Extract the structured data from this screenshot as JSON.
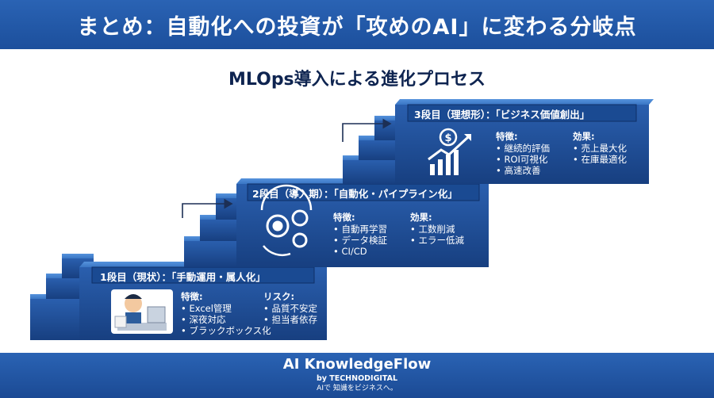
{
  "header": {
    "title": "まとめ：自動化への投資が「攻めのAI」に変わる分岐点"
  },
  "subtitle": "MLOps導入による進化プロセス",
  "steps": [
    {
      "title": "1段目（現状）：「手動運用・属人化」",
      "left": {
        "heading": "特徴:",
        "items": [
          "Excel管理",
          "深夜対応",
          "ブラックボックス化"
        ]
      },
      "right": {
        "heading": "リスク:",
        "items": [
          "品質不安定",
          "担当者依存"
        ]
      },
      "icon": "stressed-worker-icon"
    },
    {
      "title": "2段目（導入期）：「自動化・パイプライン化」",
      "left": {
        "heading": "特徴:",
        "items": [
          "自動再学習",
          "データ検証",
          "CI/CD"
        ]
      },
      "right": {
        "heading": "効果:",
        "items": [
          "工数削減",
          "エラー低減"
        ]
      },
      "icon": "gears-cycle-icon"
    },
    {
      "title": "3段目（理想形）：「ビジネス価値創出」",
      "left": {
        "heading": "特徴:",
        "items": [
          "継続的評価",
          "ROI可視化",
          "高速改善"
        ]
      },
      "right": {
        "heading": "効果:",
        "items": [
          "売上最大化",
          "在庫最適化"
        ]
      },
      "icon": "growth-chart-icon"
    }
  ],
  "colors": {
    "header_bg": "#1f56a6",
    "step_face": "#1f4f98",
    "step_top": "#3d7fcf",
    "title_text": "#0e2450",
    "footer_bg": "#1f56a6"
  },
  "footer": {
    "brand": "AI KnowledgeFlow",
    "by": "by TECHNODIGITAL",
    "tagline": "AIで 知識をビジネスへ。"
  }
}
